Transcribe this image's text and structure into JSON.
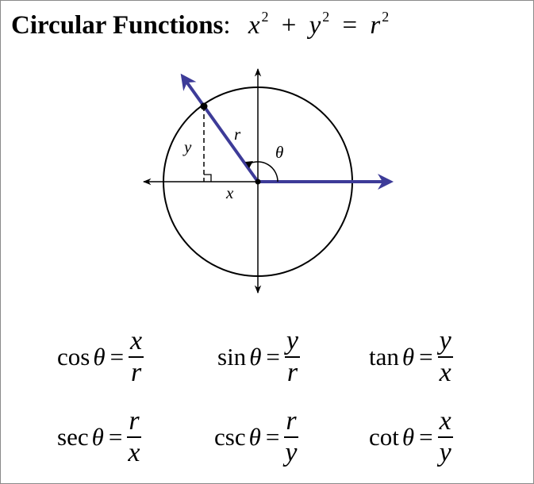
{
  "title": {
    "text": "Circular Functions",
    "colon": ":",
    "eq_x": "x",
    "eq_exp1": "2",
    "eq_plus": "+",
    "eq_y": "y",
    "eq_exp2": "2",
    "eq_equals": "=",
    "eq_r": "r",
    "eq_exp3": "2"
  },
  "diagram": {
    "label_r": "r",
    "label_y": "y",
    "label_x": "x",
    "label_theta": "θ"
  },
  "colors": {
    "ray": "#3d3b98",
    "ink": "#000000"
  },
  "formulas": [
    {
      "fn": "cos",
      "theta": "θ",
      "eq": "=",
      "num": "x",
      "den": "r"
    },
    {
      "fn": "sin",
      "theta": "θ",
      "eq": "=",
      "num": "y",
      "den": "r"
    },
    {
      "fn": "tan",
      "theta": "θ",
      "eq": "=",
      "num": "y",
      "den": "x"
    },
    {
      "fn": "sec",
      "theta": "θ",
      "eq": "=",
      "num": "r",
      "den": "x"
    },
    {
      "fn": "csc",
      "theta": "θ",
      "eq": "=",
      "num": "r",
      "den": "y"
    },
    {
      "fn": "cot",
      "theta": "θ",
      "eq": "=",
      "num": "x",
      "den": "y"
    }
  ]
}
